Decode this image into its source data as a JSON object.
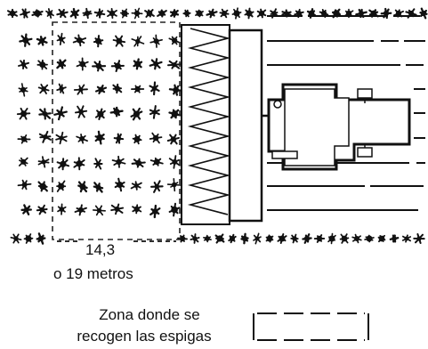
{
  "labels": {
    "measure_value": "14,3",
    "measure_alt": "o 19 metros",
    "legend_line1": "Zona donde se",
    "legend_line2": "recogen las espigas"
  },
  "colors": {
    "ink": "#111111",
    "background": "#ffffff"
  },
  "icons": [
    "plant-icon",
    "harvester-header-icon",
    "tractor-icon"
  ]
}
